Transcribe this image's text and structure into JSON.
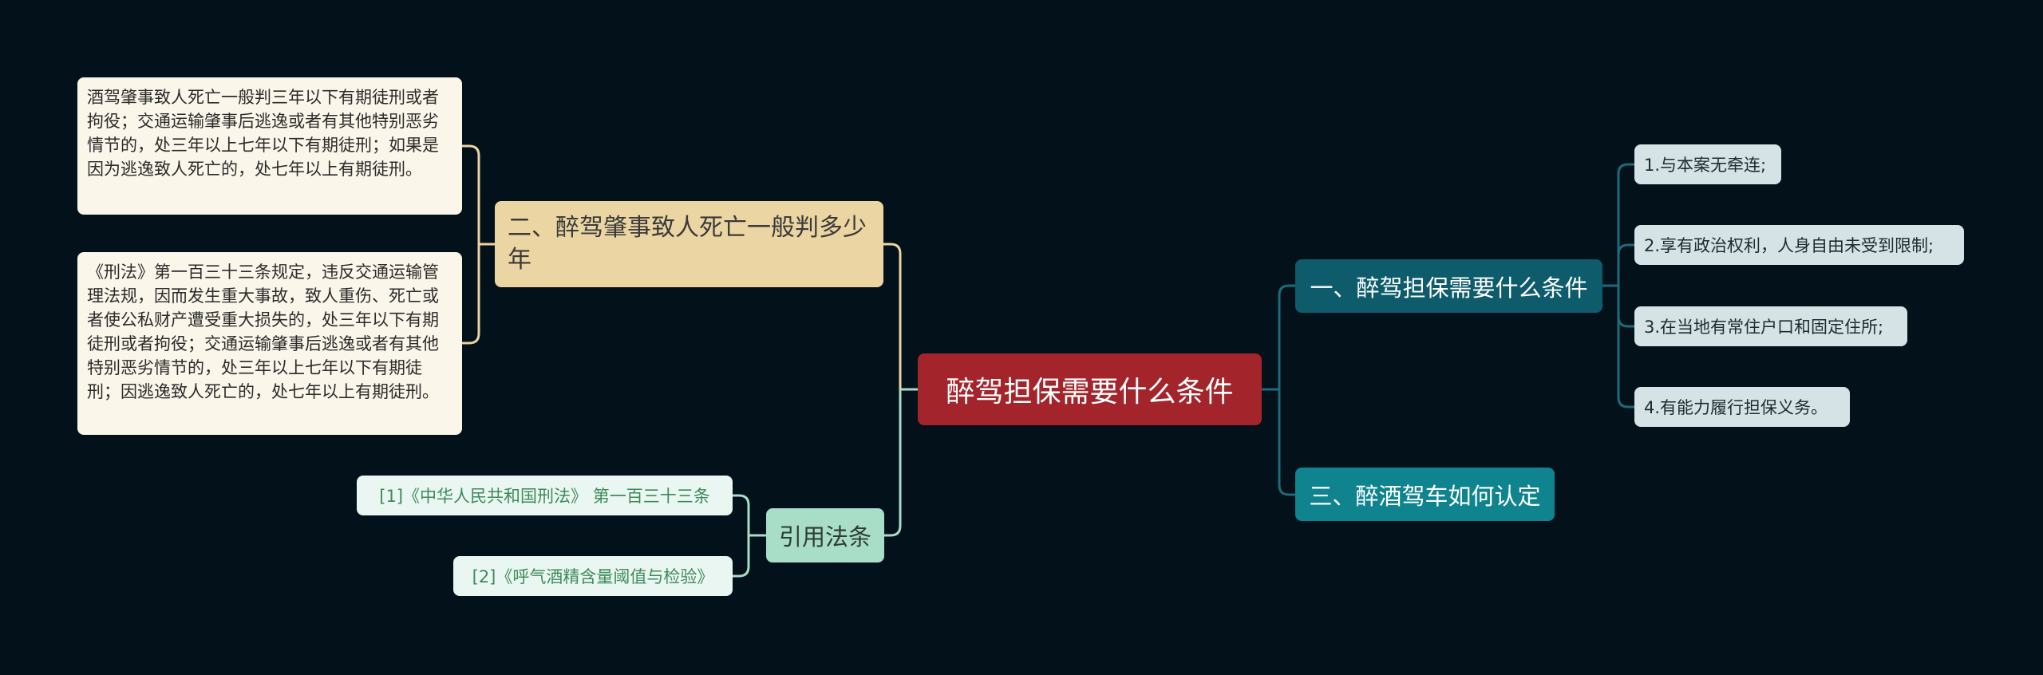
{
  "root": {
    "label": "醉驾担保需要什么条件"
  },
  "left": {
    "branch1": {
      "label": "二、醉驾肇事致人死亡一般判多少年",
      "texts": [
        "酒驾肇事致人死亡一般判三年以下有期徒刑或者拘役；交通运输肇事后逃逸或者有其他特别恶劣情节的，处三年以上七年以下有期徒刑；如果是因为逃逸致人死亡的，处七年以上有期徒刑。",
        "《刑法》第一百三十三条规定，违反交通运输管理法规，因而发生重大事故，致人重伤、死亡或者使公私财产遭受重大损失的，处三年以下有期徒刑或者拘役；交通运输肇事后逃逸或者有其他特别恶劣情节的，处三年以上七年以下有期徒刑；因逃逸致人死亡的，处七年以上有期徒刑。"
      ]
    },
    "branch2": {
      "label": "引用法条",
      "refs": [
        "[1]《中华人民共和国刑法》 第一百三十三条",
        "[2]《呼气酒精含量阈值与检验》"
      ]
    }
  },
  "right": {
    "branch1": {
      "label": "一、醉驾担保需要什么条件",
      "items": [
        "1.与本案无牵连;",
        "2.享有政治权利，人身自由未受到限制;",
        "3.在当地有常住户口和固定住所;",
        "4.有能力履行担保义务。"
      ]
    },
    "branch2": {
      "label": "三、醉酒驾车如何认定"
    }
  },
  "colors": {
    "background": "#03111a",
    "root": "#a3242a",
    "branch_amber": "#ebd5a3",
    "branch_mint": "#a8ddc7",
    "branch_teal_dark": "#0e5c6b",
    "branch_teal": "#10848e",
    "connector_amber": "#ebd5a3",
    "connector_mint": "#a8ddc7",
    "connector_teal": "#1d6b78"
  }
}
